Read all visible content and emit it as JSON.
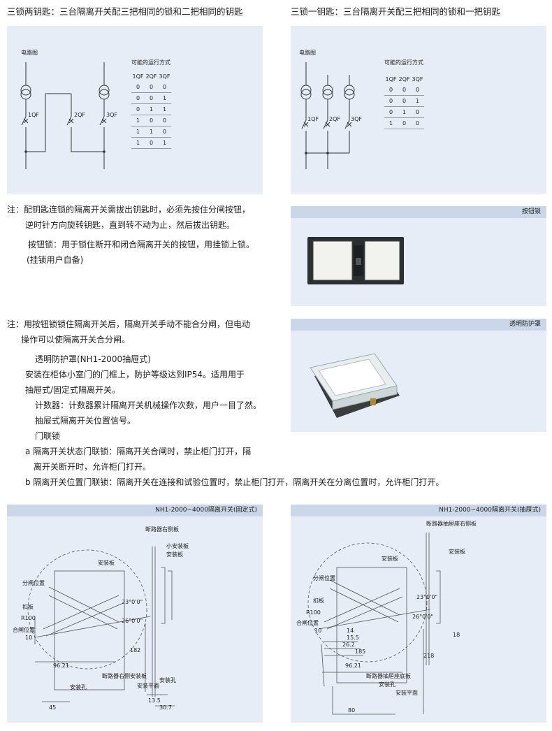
{
  "top_left": {
    "heading": "三锁两钥匙：三台隔离开关配三把相同的锁和二把相同的钥匙",
    "circuit_label": "电路图",
    "table_title": "可能的运行方式",
    "switches": [
      "1QF",
      "2QF",
      "3QF"
    ],
    "rows": [
      [
        "0",
        "0",
        "0"
      ],
      [
        "0",
        "0",
        "1"
      ],
      [
        "0",
        "1",
        "1"
      ],
      [
        "1",
        "0",
        "0"
      ],
      [
        "1",
        "1",
        "0"
      ],
      [
        "1",
        "0",
        "1"
      ]
    ]
  },
  "top_right": {
    "heading": "三锁一钥匙：三台隔离开关配三把相同的锁和一把钥匙",
    "circuit_label": "电路图",
    "table_title": "可能的运行方式",
    "switches": [
      "1QF",
      "2QF",
      "3QF"
    ],
    "rows": [
      [
        "0",
        "0",
        "0"
      ],
      [
        "0",
        "0",
        "1"
      ],
      [
        "0",
        "1",
        "0"
      ],
      [
        "1",
        "0",
        "0"
      ]
    ]
  },
  "note1": {
    "line1": "注：配钥匙连锁的隔离开关需拔出钥匙时，必须先按住分闸按钮，",
    "line2": "逆时针方向旋转钥匙，直到转不动为止，然后拔出钥匙。",
    "line3": "按钮锁：用于锁住断开和闭合隔离开关的按钮，用挂锁上锁。",
    "line4": "(挂锁用户自备)"
  },
  "button_lock_panel": {
    "title": "按钮锁"
  },
  "note2": {
    "line1": "注：用按钮锁锁住隔离开关后，隔离开关手动不能合分闸，但电动",
    "line2": "操作可以使隔离开关合分闸。",
    "line3": "透明防护罩(NH1-2000抽屉式)",
    "line4": "安装在柜体小室门的门框上，防护等级达到IP54。适用用于",
    "line5": "抽屉式/固定式隔离开关。",
    "line6": "计数器：计数器累计隔离开关机械操作次数，用户一目了然。",
    "line7": "抽屉式隔离开关位置信号。",
    "line8": "门联锁",
    "line9": "a 隔离开关状态门联锁：隔离开关合闸时，禁止柜门打开，隔",
    "line10": "离开关断开时，允许柜门打开。",
    "line11": "b 隔离开关位置门联锁：隔离开关在连接和试验位置时，禁止柜门打开，隔离开关在分离位置时，允许柜门打开。"
  },
  "cover_panel": {
    "title": "透明防护罩"
  },
  "drawing_left": {
    "title": "NH1-2000~4000隔离开关(固定式)",
    "labels": {
      "right_side_plate": "断路器右侧板",
      "small_plate": "小安装板",
      "mount_plate_a": "安装板",
      "mount_plate_b": "安装板",
      "open_pos": "分闸位置",
      "latch": "扣板",
      "r100": "R100",
      "close_pos": "合闸位置",
      "angle1": "23°0'0\"",
      "angle2": "26°0'0\"",
      "d10": "10",
      "d182": "182",
      "d9621": "96.21",
      "cb_right_plate": "断路器右侧安装板",
      "hole_a": "安装孔",
      "hole_b": "安装孔",
      "plane": "安装平面",
      "d135": "13.5",
      "d45": "45",
      "d307": "30.7"
    }
  },
  "drawing_right": {
    "title": "NH1-2000~4000隔离开关(抽屉式)",
    "labels": {
      "right_side_plate": "断路器抽屉座右侧板",
      "mount_plate_a": "安装板",
      "mount_plate_b": "安装板",
      "open_pos": "分闸位置",
      "latch": "扣板",
      "r100": "R100",
      "close_pos": "合闸位置",
      "angle1": "23°0'0\"",
      "angle2": "26°0'0\"",
      "d10": "10",
      "d14": "14",
      "d155": "15.5",
      "d262": "26.2",
      "d185": "185",
      "d18": "18",
      "d218": "218",
      "d9621": "96.21",
      "base_plate": "断路器抽屉座底板",
      "hole": "安装孔",
      "plane": "安装平面",
      "d80": "80"
    }
  }
}
